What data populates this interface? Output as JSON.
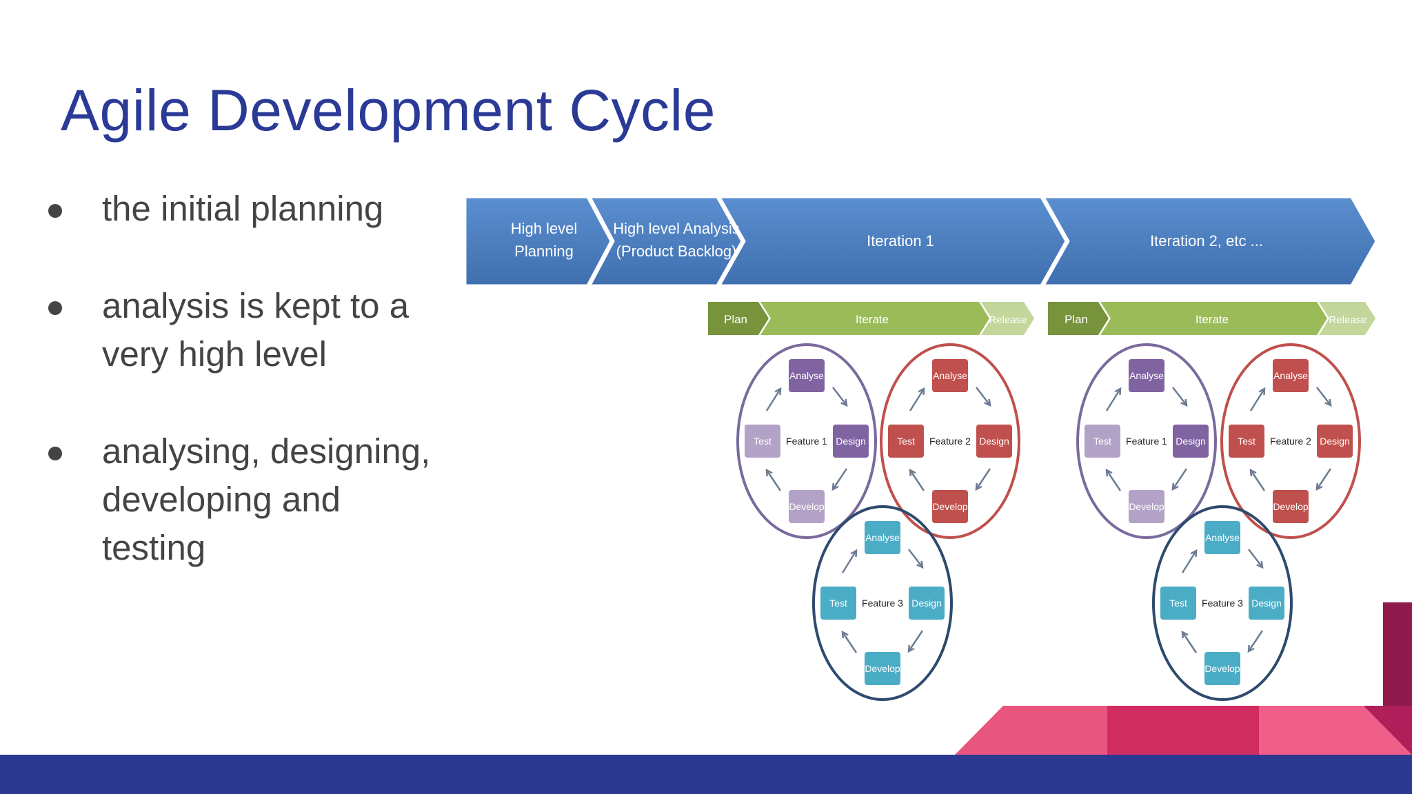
{
  "slide": {
    "title": "Agile Development Cycle",
    "bullets": [
      {
        "lines": [
          "the initial planning"
        ]
      },
      {
        "lines": [
          "analysis is kept to a",
          "very high level"
        ]
      },
      {
        "lines": [
          "analysing, designing,",
          "developing and",
          "testing"
        ]
      }
    ]
  },
  "diagram": {
    "phases": [
      "High level Planning",
      "High level Analysis (Product Backlog)",
      "Iteration 1",
      "Iteration 2, etc ..."
    ],
    "phase_lines": [
      [
        "High level",
        "Planning"
      ],
      [
        "High level Analysis",
        "(Product Backlog)"
      ],
      [
        "Iteration 1"
      ],
      [
        "Iteration 2, etc ..."
      ]
    ],
    "sub_steps": [
      "Plan",
      "Iterate",
      "Release"
    ],
    "cycle_steps": {
      "top": "Analyse",
      "right": "Design",
      "bottom": "Develop",
      "left": "Test"
    },
    "features": [
      "Feature 1",
      "Feature 2",
      "Feature 3"
    ],
    "colors": {
      "phase_arrow": "#4f81bd",
      "plan": "#77933c",
      "iterate": "#9bbb59",
      "release": "#c3d69b",
      "feature1": "#8064a2",
      "feature1_light": "#b3a2c7",
      "feature2": "#c0504d",
      "feature3": "#4bacc6",
      "title": "#2a3a96",
      "bottom_bar": "#2b3990",
      "accent_pink": "#e8567f",
      "accent_magenta": "#d12d62",
      "accent_maroon": "#8e1b4b"
    }
  }
}
